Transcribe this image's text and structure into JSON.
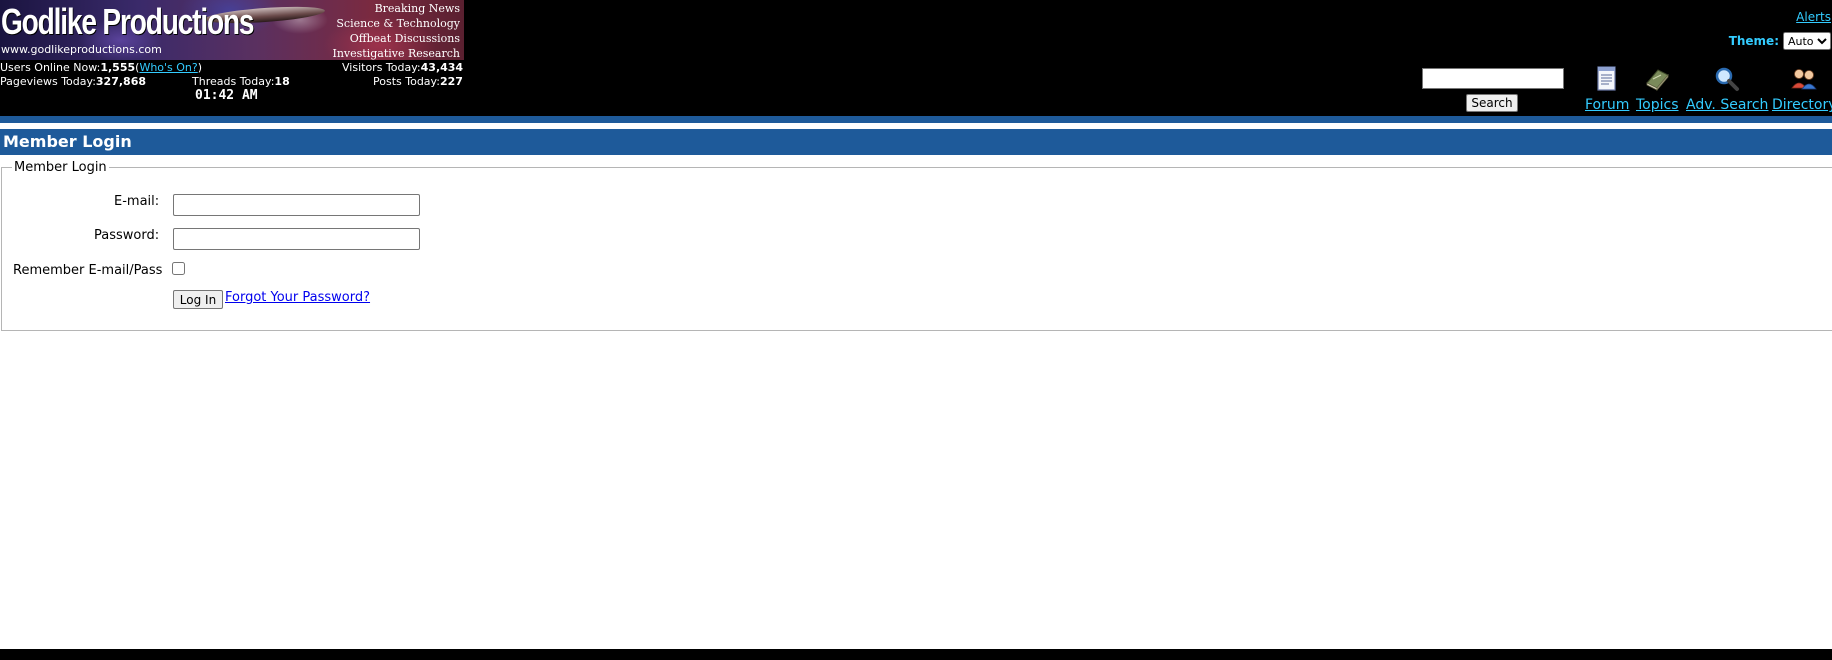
{
  "header": {
    "banner": {
      "title": "Godlike Productions",
      "url": "www.godlikeproductions.com",
      "taglines": [
        "Breaking News",
        "Science & Technology",
        "Offbeat Discussions",
        "Investigative Research"
      ]
    },
    "stats": {
      "users_online_label": "Users Online Now:",
      "users_online_value": "1,555",
      "whos_on_link": "Who's On?",
      "pageviews_label": "Pageviews Today:",
      "pageviews_value": "327,868",
      "threads_label": "Threads Today:",
      "threads_value": "18",
      "visitors_label": "Visitors Today:",
      "visitors_value": "43,434",
      "posts_label": "Posts Today:",
      "posts_value": "227",
      "clock": "01:42 AM"
    },
    "alerts_link": "Alerts",
    "theme": {
      "label": "Theme:",
      "selected": "Auto"
    },
    "search": {
      "value": "",
      "button_label": "Search"
    },
    "nav": [
      {
        "label": "Forum",
        "icon": "forum-icon"
      },
      {
        "label": "Topics",
        "icon": "topics-icon"
      },
      {
        "label": "Adv. Search",
        "icon": "magnifier-icon"
      },
      {
        "label": "Directory",
        "icon": "people-icon"
      }
    ],
    "link_color": "#33ccff"
  },
  "page": {
    "title": "Member Login",
    "title_bar_color": "#1e5a9a"
  },
  "login_form": {
    "legend": "Member Login",
    "email_label": "E-mail:",
    "email_value": "",
    "password_label": "Password:",
    "password_value": "",
    "remember_label": "Remember E-mail/Pass",
    "remember_checked": false,
    "login_button": "Log In",
    "forgot_link": "Forgot Your Password?"
  }
}
